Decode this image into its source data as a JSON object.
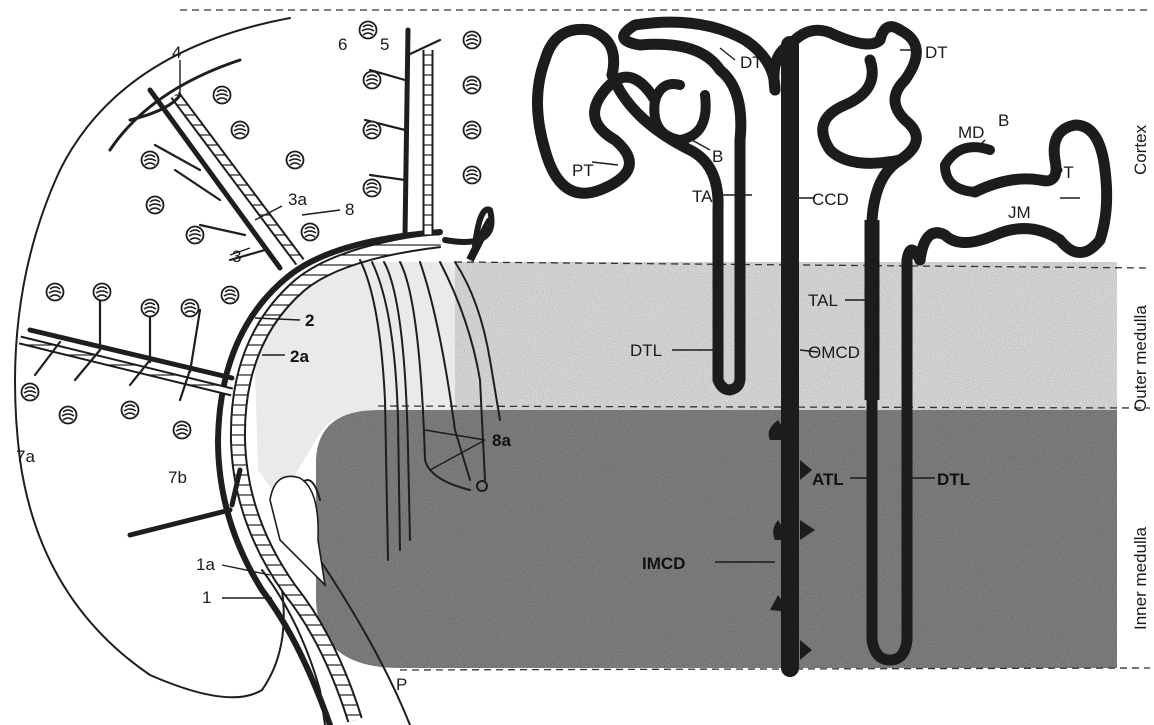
{
  "zones": {
    "cortex": "Cortex",
    "outer_medulla": "Outer medulla",
    "inner_medulla": "Inner medulla"
  },
  "vascular_labels": {
    "l1": "1",
    "l1a": "1a",
    "l2": "2",
    "l2a": "2a",
    "l3": "3",
    "l3a": "3a",
    "l4": "4",
    "l5": "5",
    "l6": "6",
    "l7a": "7a",
    "l7b": "7b",
    "l8": "8",
    "l8a": "8a",
    "p": "P"
  },
  "nephron_labels": {
    "dt_left": "DT",
    "dt_right": "DT",
    "b_left": "B",
    "b_right": "B",
    "pt_left": "PT",
    "pt_right": "PT",
    "md": "MD",
    "jm": "JM",
    "tal_left": "TAL",
    "tal_right": "TAL",
    "ccd": "CCD",
    "omcd": "OMCD",
    "imcd": "IMCD",
    "dtl_left": "DTL",
    "dtl_right": "DTL",
    "atl": "ATL"
  },
  "colors": {
    "background": "#ffffff",
    "outer_medulla_shade": "#e9e9e9",
    "inner_medulla_shade": "#8c8c8c",
    "ink": "#1c1c1c"
  }
}
